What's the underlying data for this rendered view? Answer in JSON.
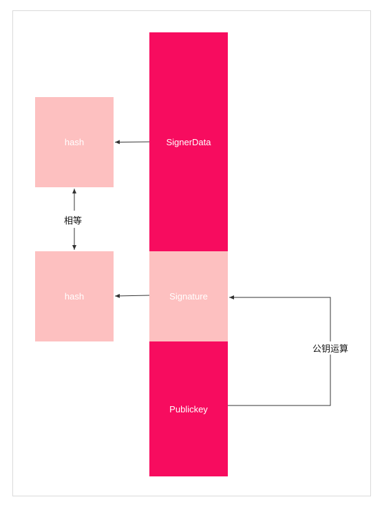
{
  "colors": {
    "primary": "#f70c5f",
    "light": "#fdc0c0",
    "line": "#333333",
    "border": "#d9d9d9"
  },
  "blocks": {
    "signer_data": "SignerData",
    "signature": "Signature",
    "publickey": "Publickey",
    "hash_top": "hash",
    "hash_bottom": "hash"
  },
  "labels": {
    "equal": "相等",
    "public_key_op": "公钥运算"
  }
}
